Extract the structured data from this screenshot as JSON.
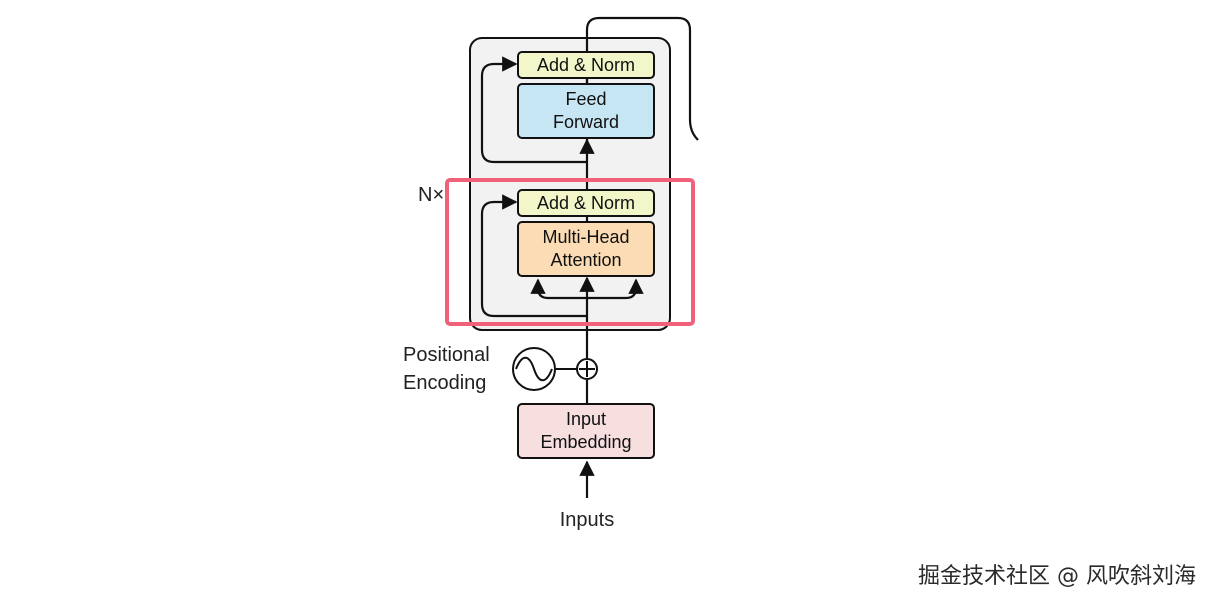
{
  "colors": {
    "add_norm_fill": "#f3f6c9",
    "feed_forward_fill": "#c6e6f4",
    "attention_fill": "#fbdcb4",
    "embedding_fill": "#f7dfe0",
    "encoder_block_fill": "#f2f2f2",
    "highlight_stroke": "#f0627a",
    "line": "#111111"
  },
  "encoder": {
    "repeat_label": "N×",
    "add_norm_top": "Add & Norm",
    "feed_forward": {
      "line1": "Feed",
      "line2": "Forward"
    },
    "add_norm_bottom": "Add & Norm",
    "attention": {
      "line1": "Multi-Head",
      "line2": "Attention"
    }
  },
  "positional_encoding": {
    "line1": "Positional",
    "line2": "Encoding"
  },
  "embedding": {
    "line1": "Input",
    "line2": "Embedding"
  },
  "inputs_label": "Inputs",
  "watermark": "掘金技术社区 @ 风吹斜刘海"
}
